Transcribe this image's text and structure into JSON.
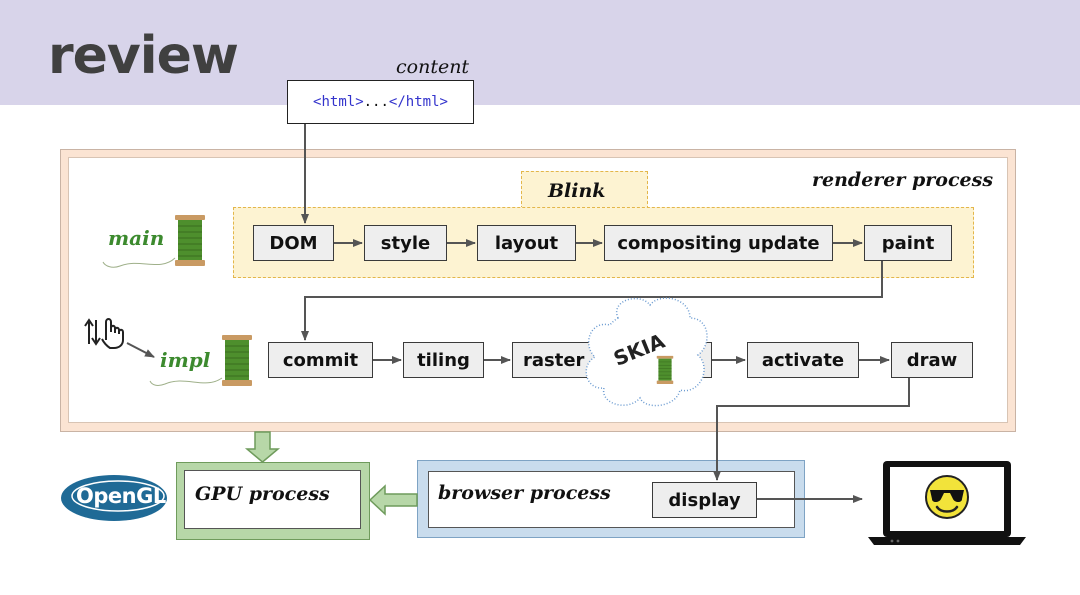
{
  "slide": {
    "title": "review"
  },
  "content": {
    "label": "content",
    "html_open": "<html>",
    "ellipsis": "...",
    "html_close": "</html>"
  },
  "renderer": {
    "label": "renderer process"
  },
  "blink": {
    "label": "Blink"
  },
  "threads": {
    "main": "main",
    "impl": "impl"
  },
  "main_pipeline": [
    "DOM",
    "style",
    "layout",
    "compositing update",
    "paint"
  ],
  "impl_pipeline": [
    "commit",
    "tiling",
    "raster",
    "activate",
    "draw"
  ],
  "skia": {
    "label": "SKIA"
  },
  "gpu": {
    "label": "GPU process"
  },
  "browser": {
    "label": "browser process",
    "display": "display"
  },
  "opengl": {
    "label": "OpenGL"
  },
  "colors": {
    "header": "#d8d4ea",
    "renderer_border": "#fbe4d3",
    "blink_fill": "#fdf3d2",
    "blink_border": "#e3b64a",
    "gpu_border": "#b7d7a8",
    "browser_border": "#c9dced",
    "thread_label": "#3c8a2e",
    "opengl": "#1f6a96",
    "smiley": "#f2e33a"
  },
  "icons": [
    "spool-icon",
    "hand-swipe-icon",
    "laptop-icon",
    "sunglasses-smiley-icon",
    "opengl-logo-icon",
    "skia-cloud-icon"
  ]
}
